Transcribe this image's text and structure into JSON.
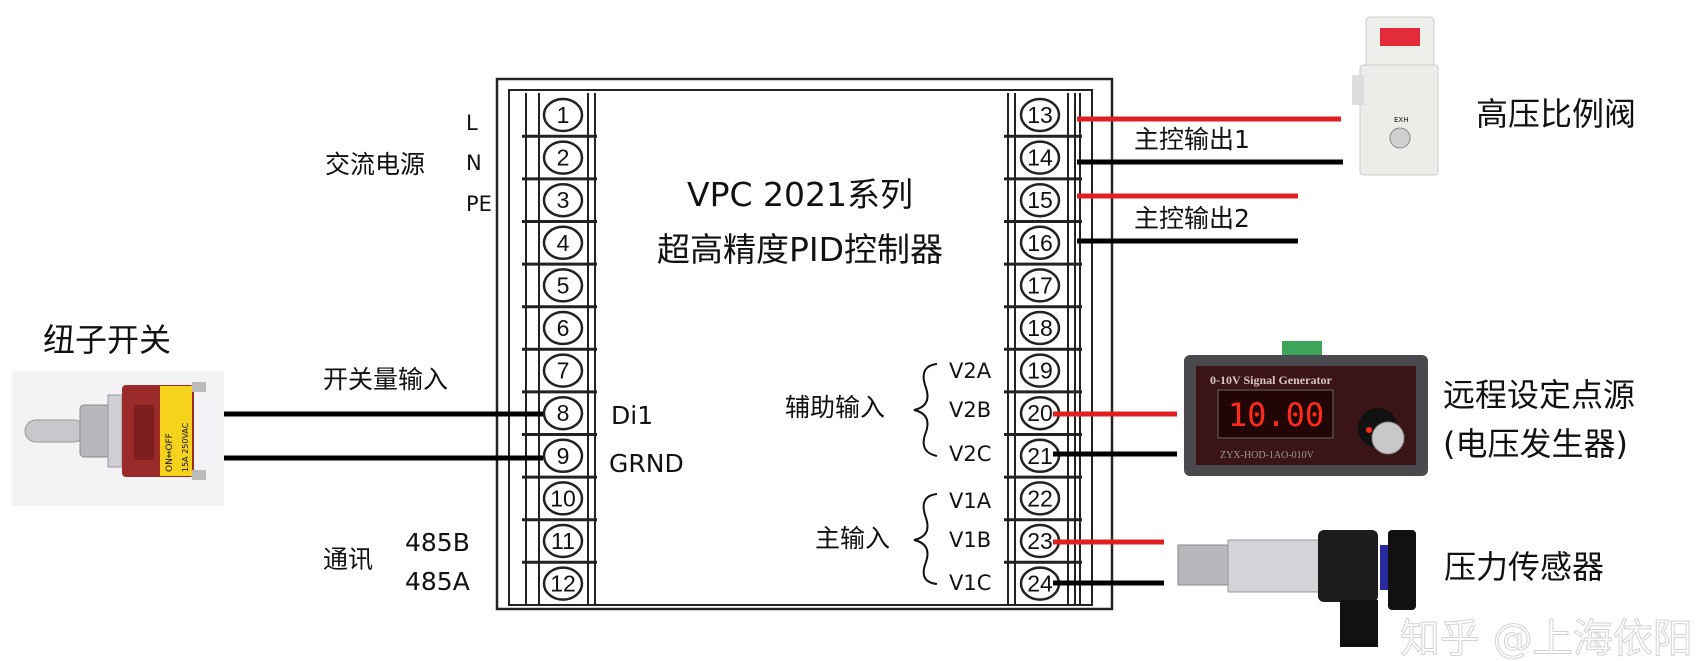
{
  "controller": {
    "title_line1": "VPC 2021系列",
    "title_line2": "超高精度PID控制器",
    "left_terminals": [
      "1",
      "2",
      "3",
      "4",
      "5",
      "6",
      "7",
      "8",
      "9",
      "10",
      "11",
      "12"
    ],
    "right_terminals": [
      "13",
      "14",
      "15",
      "16",
      "17",
      "18",
      "19",
      "20",
      "21",
      "22",
      "23",
      "24"
    ]
  },
  "left_labels": {
    "power_group": "交流电源",
    "L": "L",
    "N": "N",
    "PE": "PE",
    "switch_input": "开关量输入",
    "di1": "Di1",
    "grnd": "GRND",
    "comm_group": "通讯",
    "b485": "485B",
    "a485": "485A"
  },
  "right_labels": {
    "main_out1": "主控输出1",
    "main_out2": "主控输出2",
    "aux_input": "辅助输入",
    "main_input": "主输入",
    "v2a": "V2A",
    "v2b": "V2B",
    "v2c": "V2C",
    "v1a": "V1A",
    "v1b": "V1B",
    "v1c": "V1C"
  },
  "devices": {
    "toggle_switch": {
      "label": "纽子开关",
      "marking1": "ON⇔OFF",
      "marking2": "15A 250VAC"
    },
    "valve": {
      "label": "高压比例阀",
      "port": "EXH"
    },
    "signal_generator": {
      "label_line1": "远程设定点源",
      "label_line2": "(电压发生器)",
      "panel_title": "0-10V Signal Generator",
      "display": "10.00",
      "model": "ZYX-HOD-1AO-010V"
    },
    "pressure_sensor": {
      "label": "压力传感器"
    }
  },
  "watermark": "知乎 @上海依阳",
  "colors": {
    "wire_positive": "#e02020",
    "wire_negative": "#000000",
    "switch_body": "#9b2a2a",
    "led": "#ff2a1a"
  }
}
